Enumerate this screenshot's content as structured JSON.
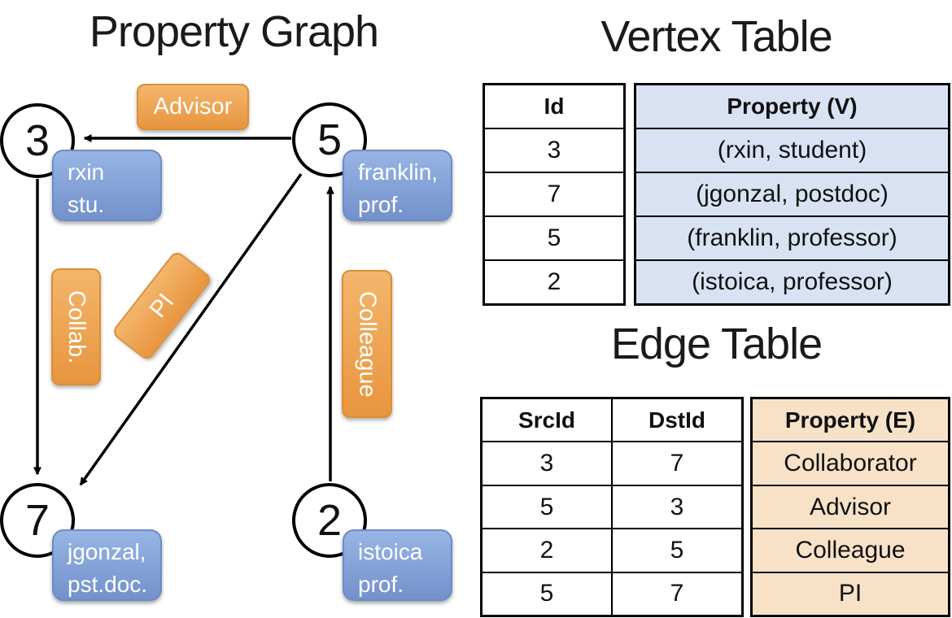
{
  "panel_titles": {
    "graph": "Property Graph",
    "vertex_table": "Vertex Table",
    "edge_table": "Edge Table"
  },
  "graph": {
    "nodes": [
      {
        "id": "3",
        "prop": [
          "rxin",
          "stu."
        ]
      },
      {
        "id": "5",
        "prop": [
          "franklin,",
          "prof."
        ]
      },
      {
        "id": "7",
        "prop": [
          "jgonzal,",
          "pst.doc."
        ]
      },
      {
        "id": "2",
        "prop": [
          "istoica",
          "prof."
        ]
      }
    ],
    "edges": [
      {
        "src": "5",
        "dst": "3",
        "label": "Advisor"
      },
      {
        "src": "3",
        "dst": "7",
        "label": "Collab."
      },
      {
        "src": "5",
        "dst": "7",
        "label": "PI"
      },
      {
        "src": "2",
        "dst": "5",
        "label": "Colleague"
      }
    ]
  },
  "vertex_table": {
    "headers": [
      "Id",
      "Property (V)"
    ],
    "rows": [
      [
        "3",
        "(rxin, student)"
      ],
      [
        "7",
        "(jgonzal, postdoc)"
      ],
      [
        "5",
        "(franklin, professor)"
      ],
      [
        "2",
        "(istoica, professor)"
      ]
    ]
  },
  "edge_table": {
    "headers": [
      "SrcId",
      "DstId",
      "Property (E)"
    ],
    "rows": [
      [
        "3",
        "7",
        "Collaborator"
      ],
      [
        "5",
        "3",
        "Advisor"
      ],
      [
        "2",
        "5",
        "Colleague"
      ],
      [
        "5",
        "7",
        "PI"
      ]
    ]
  },
  "colors": {
    "edge_label_top": "#F3B66C",
    "edge_label_bottom": "#E8953E",
    "edge_label_border": "#DB8E35",
    "node_prop_top": "#98B5E5",
    "node_prop_bottom": "#7391CB",
    "node_prop_border": "#6C8CC6",
    "vertex_col_fill": "#D9E2F3",
    "edge_col_fill": "#F7E2C8",
    "table_border": "#000000"
  }
}
